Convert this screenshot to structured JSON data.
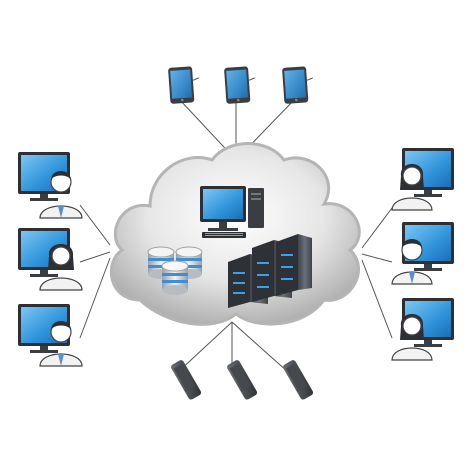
{
  "diagram": {
    "hub": {
      "icon": "cloud-icon",
      "contents": [
        "desktop-computer-icon",
        "database-icon",
        "server-rack-icon"
      ]
    },
    "top_devices": {
      "icon": "tablet-icon",
      "count": 3
    },
    "bottom_devices": {
      "icon": "mobile-phone-icon",
      "count": 3
    },
    "left_users": [
      {
        "icon": "male-user-icon",
        "gender": "male"
      },
      {
        "icon": "female-user-icon",
        "gender": "female"
      },
      {
        "icon": "male-user-icon",
        "gender": "male"
      }
    ],
    "right_users": [
      {
        "icon": "female-user-icon",
        "gender": "female"
      },
      {
        "icon": "male-user-icon",
        "gender": "male"
      },
      {
        "icon": "female-user-icon",
        "gender": "female"
      }
    ],
    "colors": {
      "screen": "#3a9ee0",
      "screen_dark": "#1a6fb0",
      "cloud": "#cfcfcf",
      "cloud_edge": "#a8a8a8",
      "server": "#5a5f66",
      "line": "#555555"
    }
  }
}
